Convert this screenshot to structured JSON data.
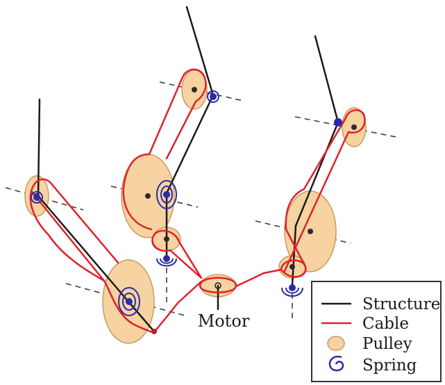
{
  "motor_label": "Motor",
  "legend": {
    "items": [
      {
        "label": "Structure",
        "symbol": "structure-line-swatch"
      },
      {
        "label": "Cable",
        "symbol": "cable-line-swatch"
      },
      {
        "label": "Pulley",
        "symbol": "pulley-swatch"
      },
      {
        "label": "Spring",
        "symbol": "spring-swatch"
      }
    ]
  },
  "colors": {
    "structure": "#1a1a1a",
    "cable": "#e0202a",
    "pulley_fill": "#f6d3a0",
    "pulley_stroke": "#c89a5e",
    "spring": "#2a2aa8",
    "axis": "#333333"
  }
}
